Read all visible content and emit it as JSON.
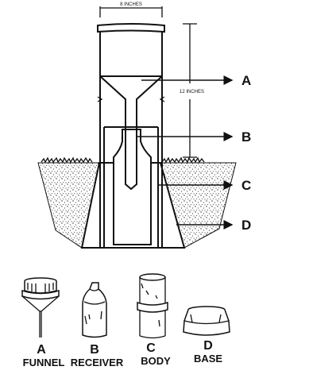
{
  "dimensions": {
    "width_label": "8 INCHES",
    "height_label": "12 INCHES"
  },
  "callouts": [
    "A",
    "B",
    "C",
    "D"
  ],
  "parts": [
    {
      "letter": "A",
      "name": "FUNNEL"
    },
    {
      "letter": "B",
      "name": "RECEIVER"
    },
    {
      "letter": "C",
      "name": "BODY"
    },
    {
      "letter": "D",
      "name": "BASE"
    }
  ]
}
